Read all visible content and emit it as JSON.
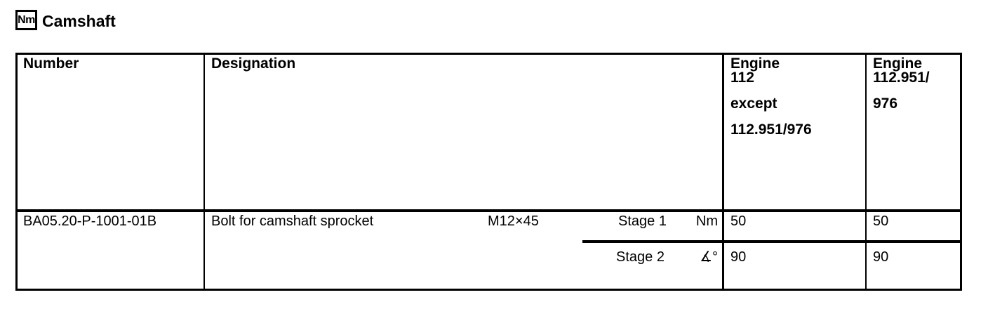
{
  "page_header": {
    "icon_label": "Nm",
    "title": "Camshaft"
  },
  "table": {
    "col_headers": {
      "number": "Number",
      "designation": "Designation",
      "engine_a_lines": [
        "Engine",
        "112",
        "except",
        "112.951/976"
      ],
      "engine_b_lines": [
        "Engine",
        "112.951/",
        "976"
      ]
    },
    "row": {
      "number": "BA05.20-P-1001-01B",
      "designation": "Bolt for camshaft sprocket",
      "size": "M12×45",
      "stages": [
        {
          "label": "Stage 1",
          "unit": "Nm",
          "engine_a": "50",
          "engine_b": "50"
        },
        {
          "label": "Stage 2",
          "unit": "∡°",
          "engine_a": "90",
          "engine_b": "90"
        }
      ]
    }
  },
  "colors": {
    "text": "#000000",
    "background": "#ffffff",
    "border": "#000000"
  }
}
